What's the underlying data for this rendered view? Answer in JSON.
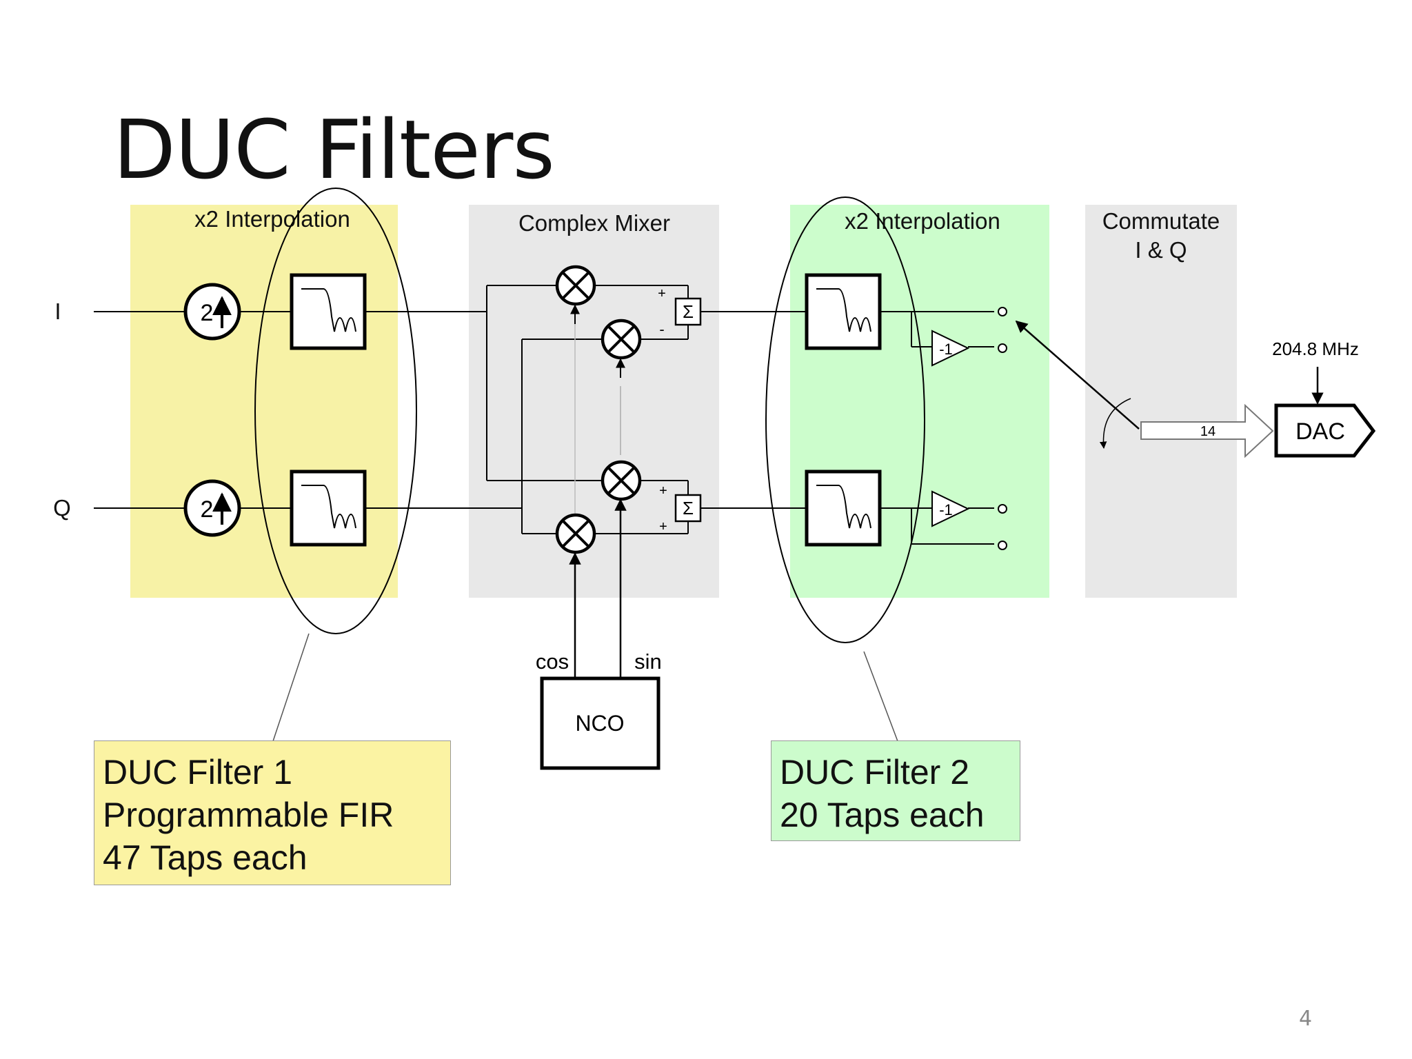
{
  "slide": {
    "title": "DUC Filters",
    "page_number": "4"
  },
  "diagram": {
    "inputs": {
      "i": "I",
      "q": "Q"
    },
    "stages": {
      "interp1": "x2 Interpolation",
      "mixer": "Complex Mixer",
      "interp2": "x2 Interpolation",
      "commutate_line1": "Commutate",
      "commutate_line2": "I & Q"
    },
    "upsample_factor": "2",
    "nco": {
      "label": "NCO",
      "cos": "cos",
      "sin": "sin"
    },
    "summer_symbol": "Σ",
    "signs": {
      "top_plus": "+",
      "top_minus": "-",
      "bottom_plus_1": "+",
      "bottom_plus_2": "+"
    },
    "inverter": "-1",
    "dac": {
      "label": "DAC",
      "clock": "204.8 MHz",
      "bus_width": "14"
    }
  },
  "callouts": {
    "filter1": [
      "DUC Filter 1",
      "Programmable FIR",
      "47 Taps each"
    ],
    "filter2": [
      "DUC Filter 2",
      "20 Taps each"
    ]
  },
  "colors": {
    "stage1_bg": "#f7f2a6",
    "mixer_bg": "#e8e8e8",
    "stage2_bg": "#ccfdcc",
    "commutate_bg": "#e8e8e8",
    "callout1_bg": "#fbf3a3",
    "callout2_bg": "#ccfccc"
  }
}
